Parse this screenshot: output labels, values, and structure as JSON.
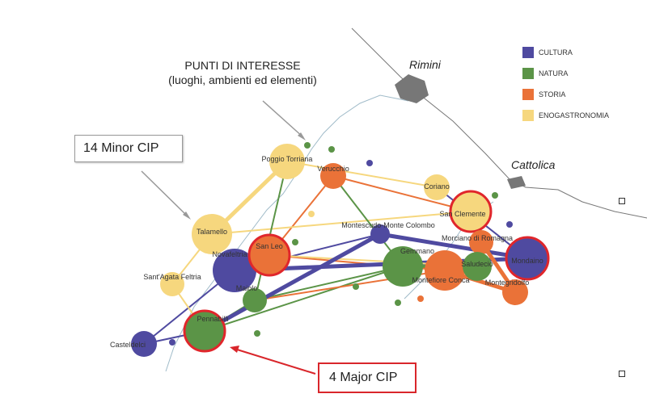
{
  "title_line1": "PUNTI DI INTERESSE",
  "title_line2": "(luoghi, ambienti ed elementi)",
  "minor_label": "14 Minor CIP",
  "major_label": "4 Major CIP",
  "cities": {
    "rimini": "Rimini",
    "cattolica": "Cattolica"
  },
  "legend": [
    {
      "label": "CULTURA",
      "color": "#4f4aa0"
    },
    {
      "label": "NATURA",
      "color": "#5b9447"
    },
    {
      "label": "STORIA",
      "color": "#ea7238"
    },
    {
      "label": "ENOGASTRONOMIA",
      "color": "#f6d77e"
    }
  ],
  "nodes": [
    {
      "name": "Poggio Torriana",
      "category": "ENOGASTRONOMIA",
      "major": false
    },
    {
      "name": "Verucchio",
      "category": "STORIA",
      "major": false
    },
    {
      "name": "Talamello",
      "category": "ENOGASTRONOMIA",
      "major": false
    },
    {
      "name": "Novafeltria",
      "category": "CULTURA",
      "major": false
    },
    {
      "name": "San Leo",
      "category": "STORIA",
      "major": true
    },
    {
      "name": "Sant'Agata Feltria",
      "category": "ENOGASTRONOMIA",
      "major": false
    },
    {
      "name": "Maiolo",
      "category": "NATURA",
      "major": false
    },
    {
      "name": "Pennabilli",
      "category": "NATURA",
      "major": true
    },
    {
      "name": "Casteldelci",
      "category": "CULTURA",
      "major": false
    },
    {
      "name": "Montescudo-Monte Colombo",
      "category": "CULTURA",
      "major": false
    },
    {
      "name": "Gemmano",
      "category": "NATURA",
      "major": false
    },
    {
      "name": "Montefiore Conca",
      "category": "STORIA",
      "major": false
    },
    {
      "name": "Coriano",
      "category": "ENOGASTRONOMIA",
      "major": false
    },
    {
      "name": "San Clemente",
      "category": "ENOGASTRONOMIA",
      "major": true
    },
    {
      "name": "Morciano di Romagna",
      "category": "STORIA",
      "major": false
    },
    {
      "name": "Saludecio",
      "category": "NATURA",
      "major": false
    },
    {
      "name": "Mondaino",
      "category": "CULTURA",
      "major": true
    },
    {
      "name": "Montegridolfo",
      "category": "STORIA",
      "major": false
    }
  ],
  "links": [
    [
      "Talamello",
      "Poggio Torriana",
      "ENOGASTRONOMIA"
    ],
    [
      "Talamello",
      "Sant'Agata Feltria",
      "ENOGASTRONOMIA"
    ],
    [
      "Casteldelci",
      "Novafeltria",
      "CULTURA"
    ],
    [
      "Novafeltria",
      "Montescudo-Monte Colombo",
      "CULTURA"
    ],
    [
      "Montescudo-Monte Colombo",
      "Mondaino",
      "CULTURA"
    ],
    [
      "San Leo",
      "Verucchio",
      "STORIA"
    ],
    [
      "Verucchio",
      "San Clemente",
      "STORIA"
    ],
    [
      "Maiolo",
      "Gemmano",
      "NATURA"
    ],
    [
      "Gemmano",
      "Saludecio",
      "NATURA"
    ],
    [
      "Pennabilli",
      "Maiolo",
      "NATURA"
    ],
    [
      "Poggio Torriana",
      "Coriano",
      "ENOGASTRONOMIA"
    ],
    [
      "San Leo",
      "Montefiore Conca",
      "STORIA"
    ],
    [
      "Montefiore Conca",
      "Montegridolfo",
      "STORIA"
    ],
    [
      "Pennabilli",
      "Gemmano",
      "NATURA"
    ],
    [
      "Casteldelci",
      "Pennabilli",
      "CULTURA"
    ],
    [
      "Talamello",
      "San Clemente",
      "ENOGASTRONOMIA"
    ],
    [
      "Novafeltria",
      "Mondaino",
      "CULTURA"
    ],
    [
      "Verucchio",
      "Gemmano",
      "NATURA"
    ],
    [
      "Poggio Torriana",
      "Maiolo",
      "NATURA"
    ],
    [
      "Coriano",
      "Mondaino",
      "CULTURA"
    ],
    [
      "Morciano di Romagna",
      "Montegridolfo",
      "STORIA"
    ],
    [
      "Sant'Agata Feltria",
      "Pennabilli",
      "ENOGASTRONOMIA"
    ],
    [
      "San Leo",
      "Saludecio",
      "ENOGASTRONOMIA"
    ],
    [
      "Maiolo",
      "Montefiore Conca",
      "STORIA"
    ],
    [
      "Pennabilli",
      "Montescudo-Monte Colombo",
      "CULTURA"
    ]
  ]
}
